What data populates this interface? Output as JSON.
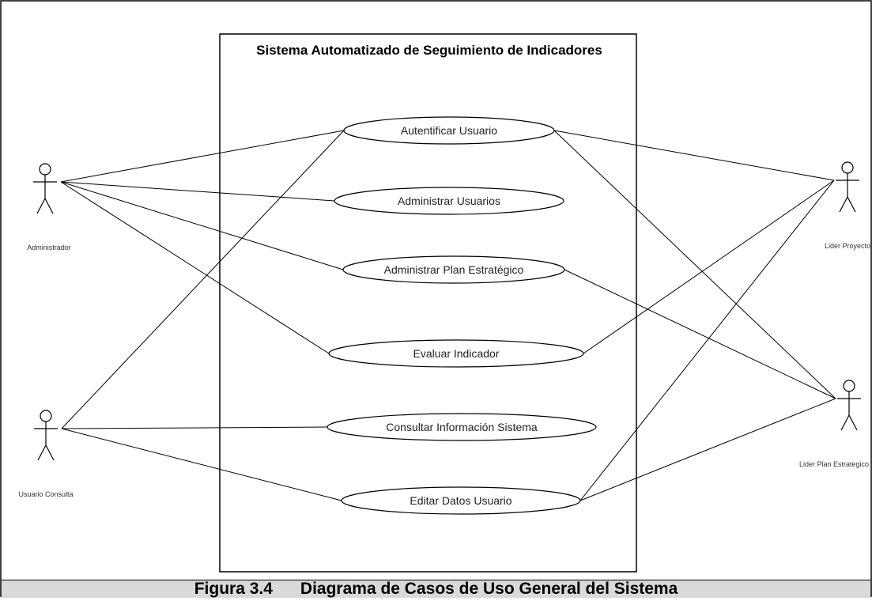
{
  "figure": {
    "caption_number": "Figura 3.4",
    "caption_text": "Diagrama de Casos de Uso General del Sistema"
  },
  "system": {
    "title": "Sistema Automatizado de Seguimiento de Indicadores"
  },
  "actors": [
    {
      "id": "administrador",
      "label": "Administrador"
    },
    {
      "id": "usuario-consulta",
      "label": "Usuario Consulta"
    },
    {
      "id": "lider-proyecto",
      "label": "Lider Proyecto"
    },
    {
      "id": "lider-plan",
      "label": "Lider Plan Estrategico"
    }
  ],
  "use_cases": [
    {
      "id": "autentificar",
      "label": "Autentificar Usuario"
    },
    {
      "id": "admin-usuarios",
      "label": "Administrar Usuarios"
    },
    {
      "id": "admin-plan",
      "label": "Administrar Plan Estratégico"
    },
    {
      "id": "evaluar",
      "label": "Evaluar  Indicador"
    },
    {
      "id": "consultar",
      "label": "Consultar Información Sistema"
    },
    {
      "id": "editar",
      "label": "Editar Datos Usuario"
    }
  ],
  "associations": [
    {
      "actor": "administrador",
      "use_case": "autentificar"
    },
    {
      "actor": "administrador",
      "use_case": "admin-usuarios"
    },
    {
      "actor": "administrador",
      "use_case": "admin-plan"
    },
    {
      "actor": "administrador",
      "use_case": "evaluar"
    },
    {
      "actor": "usuario-consulta",
      "use_case": "autentificar"
    },
    {
      "actor": "usuario-consulta",
      "use_case": "consultar"
    },
    {
      "actor": "usuario-consulta",
      "use_case": "editar"
    },
    {
      "actor": "lider-proyecto",
      "use_case": "autentificar"
    },
    {
      "actor": "lider-proyecto",
      "use_case": "evaluar"
    },
    {
      "actor": "lider-proyecto",
      "use_case": "editar"
    },
    {
      "actor": "lider-plan",
      "use_case": "autentificar"
    },
    {
      "actor": "lider-plan",
      "use_case": "admin-plan"
    },
    {
      "actor": "lider-plan",
      "use_case": "editar"
    }
  ],
  "colors": {
    "line": "#000000",
    "background": "#ffffff",
    "caption_background": "#d9d9d9"
  }
}
